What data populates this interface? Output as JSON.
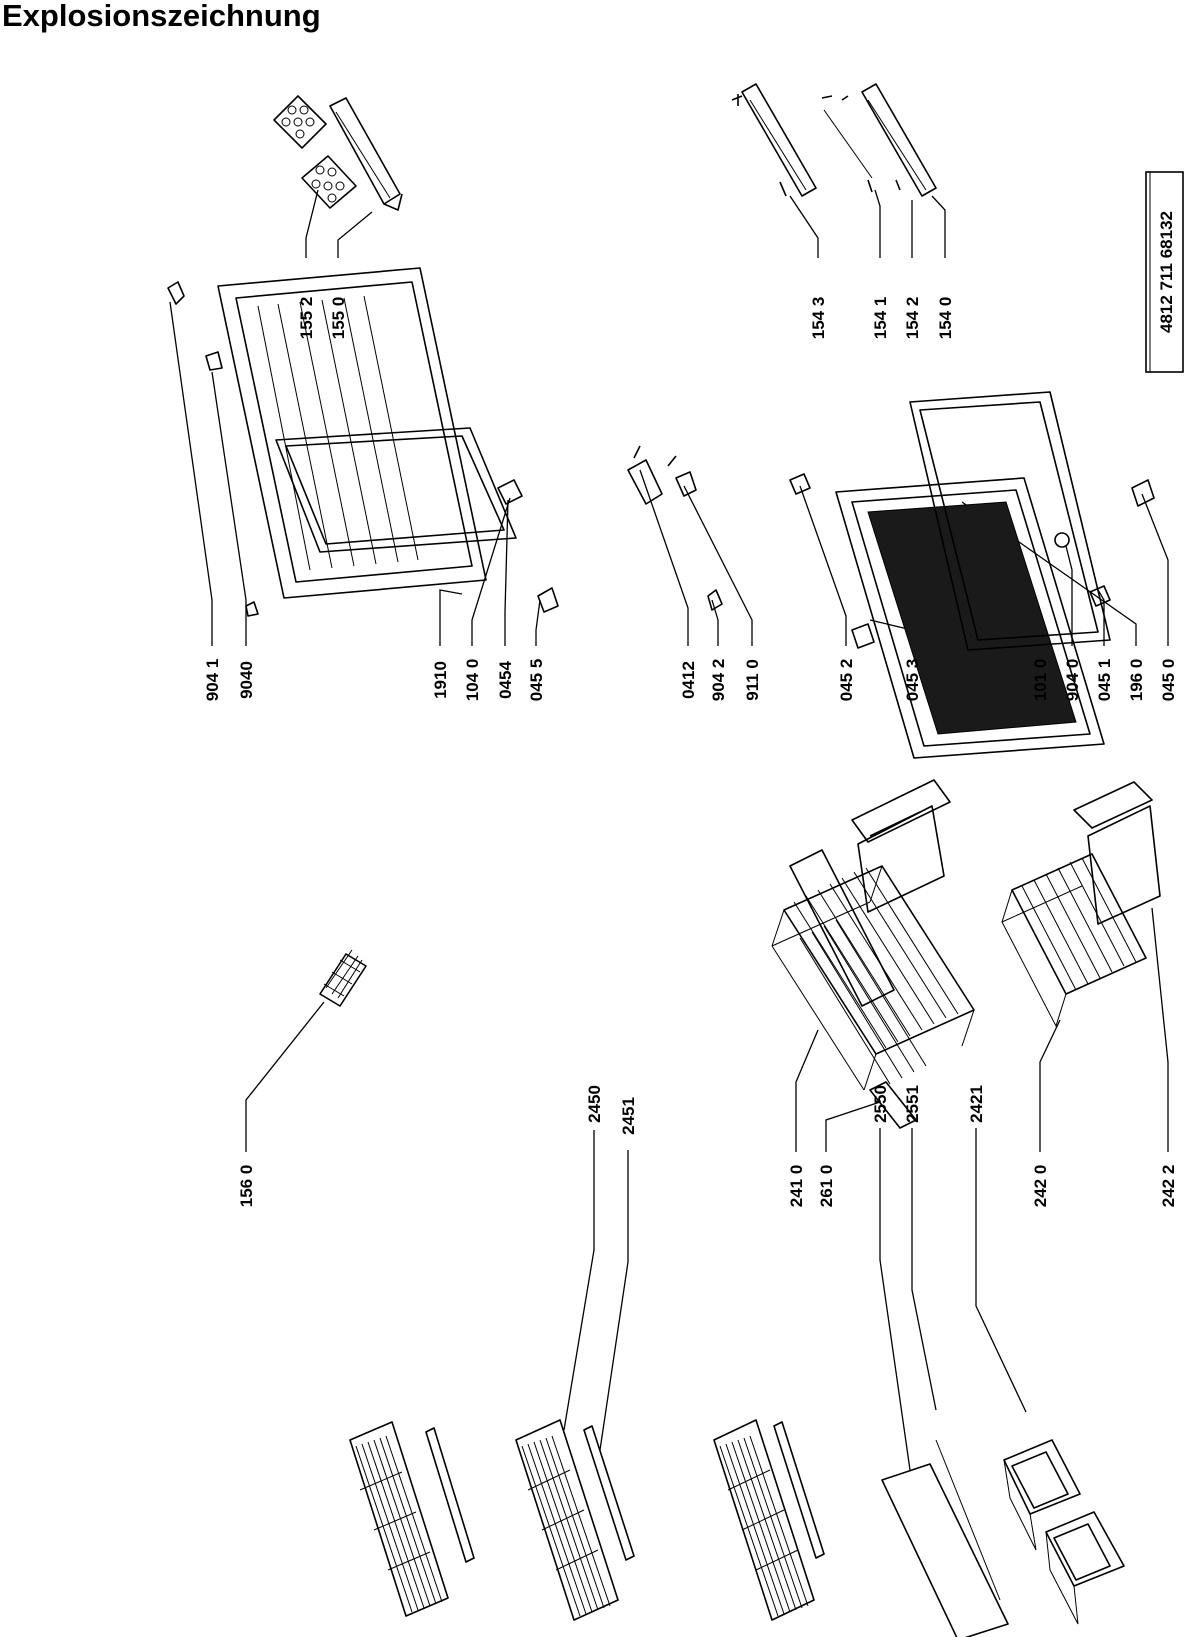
{
  "page": {
    "title": "Explosionszeichnung"
  },
  "document_number": "4812 711 68132",
  "labels": [
    {
      "id": "l1552",
      "text": "155 2"
    },
    {
      "id": "l1550",
      "text": "155 0"
    },
    {
      "id": "l1543",
      "text": "154 3"
    },
    {
      "id": "l1541",
      "text": "154 1"
    },
    {
      "id": "l1542",
      "text": "154 2"
    },
    {
      "id": "l1540",
      "text": "154 0"
    },
    {
      "id": "l9041",
      "text": "904 1"
    },
    {
      "id": "l9040a",
      "text": "9040"
    },
    {
      "id": "l1910",
      "text": "1910"
    },
    {
      "id": "l1040",
      "text": "104 0"
    },
    {
      "id": "l0454",
      "text": "0454"
    },
    {
      "id": "l0455",
      "text": "045 5"
    },
    {
      "id": "l0412",
      "text": "0412"
    },
    {
      "id": "l9042",
      "text": "904 2"
    },
    {
      "id": "l9110",
      "text": "911 0"
    },
    {
      "id": "l0452",
      "text": "045 2"
    },
    {
      "id": "l0453",
      "text": "045 3"
    },
    {
      "id": "l1010",
      "text": "101 0"
    },
    {
      "id": "l9040b",
      "text": "904 0"
    },
    {
      "id": "l0451",
      "text": "045 1"
    },
    {
      "id": "l1960",
      "text": "196 0"
    },
    {
      "id": "l0450",
      "text": "045 0"
    },
    {
      "id": "l1560",
      "text": "156 0"
    },
    {
      "id": "l2450",
      "text": "2450"
    },
    {
      "id": "l2451",
      "text": "2451"
    },
    {
      "id": "l2410",
      "text": "241 0"
    },
    {
      "id": "l2610",
      "text": "261 0"
    },
    {
      "id": "l2550",
      "text": "2550"
    },
    {
      "id": "l2551",
      "text": "2551"
    },
    {
      "id": "l2421",
      "text": "2421"
    },
    {
      "id": "l2420",
      "text": "242 0"
    },
    {
      "id": "l2422",
      "text": "242 2"
    }
  ]
}
